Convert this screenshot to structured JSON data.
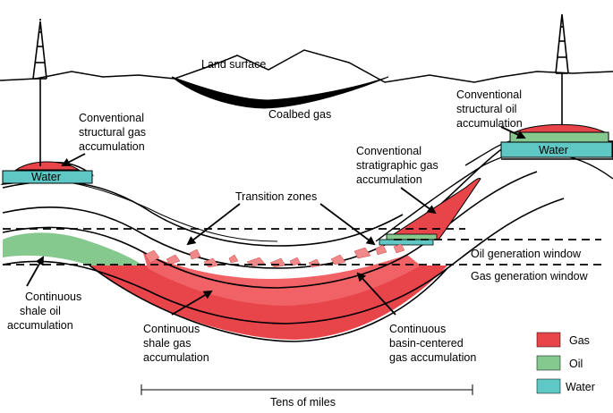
{
  "labels": {
    "land_surface": "Land surface",
    "coalbed_gas": "Coalbed gas",
    "conv_struct_gas": [
      "Conventional",
      "structural gas",
      "accumulation"
    ],
    "conv_struct_oil": [
      "Conventional",
      "structural oil",
      "accumulation"
    ],
    "conv_strat_gas": [
      "Conventional",
      "stratigraphic gas",
      "accumulation"
    ],
    "transition_zones": "Transition zones",
    "oil_window": "Oil generation window",
    "gas_window": "Gas generation window",
    "shale_oil": [
      "Continuous",
      "shale oil",
      "accumulation"
    ],
    "shale_gas": [
      "Continuous",
      "shale gas",
      "accumulation"
    ],
    "basin_centered": [
      "Continuous",
      "basin-centered",
      "gas accumulation"
    ],
    "water_left": "Water",
    "water_right": "Water",
    "scale": "Tens of miles"
  },
  "legend": [
    {
      "label": "Gas",
      "color": "#e8454a"
    },
    {
      "label": "Oil",
      "color": "#86c98f"
    },
    {
      "label": "Water",
      "color": "#5fc8c4"
    }
  ],
  "colors": {
    "gas": "#e8454a",
    "gas_light": "#f06266",
    "oil": "#86c98f",
    "water": "#5fc8c4",
    "coal": "#000000",
    "patch": "#f08a8a"
  }
}
